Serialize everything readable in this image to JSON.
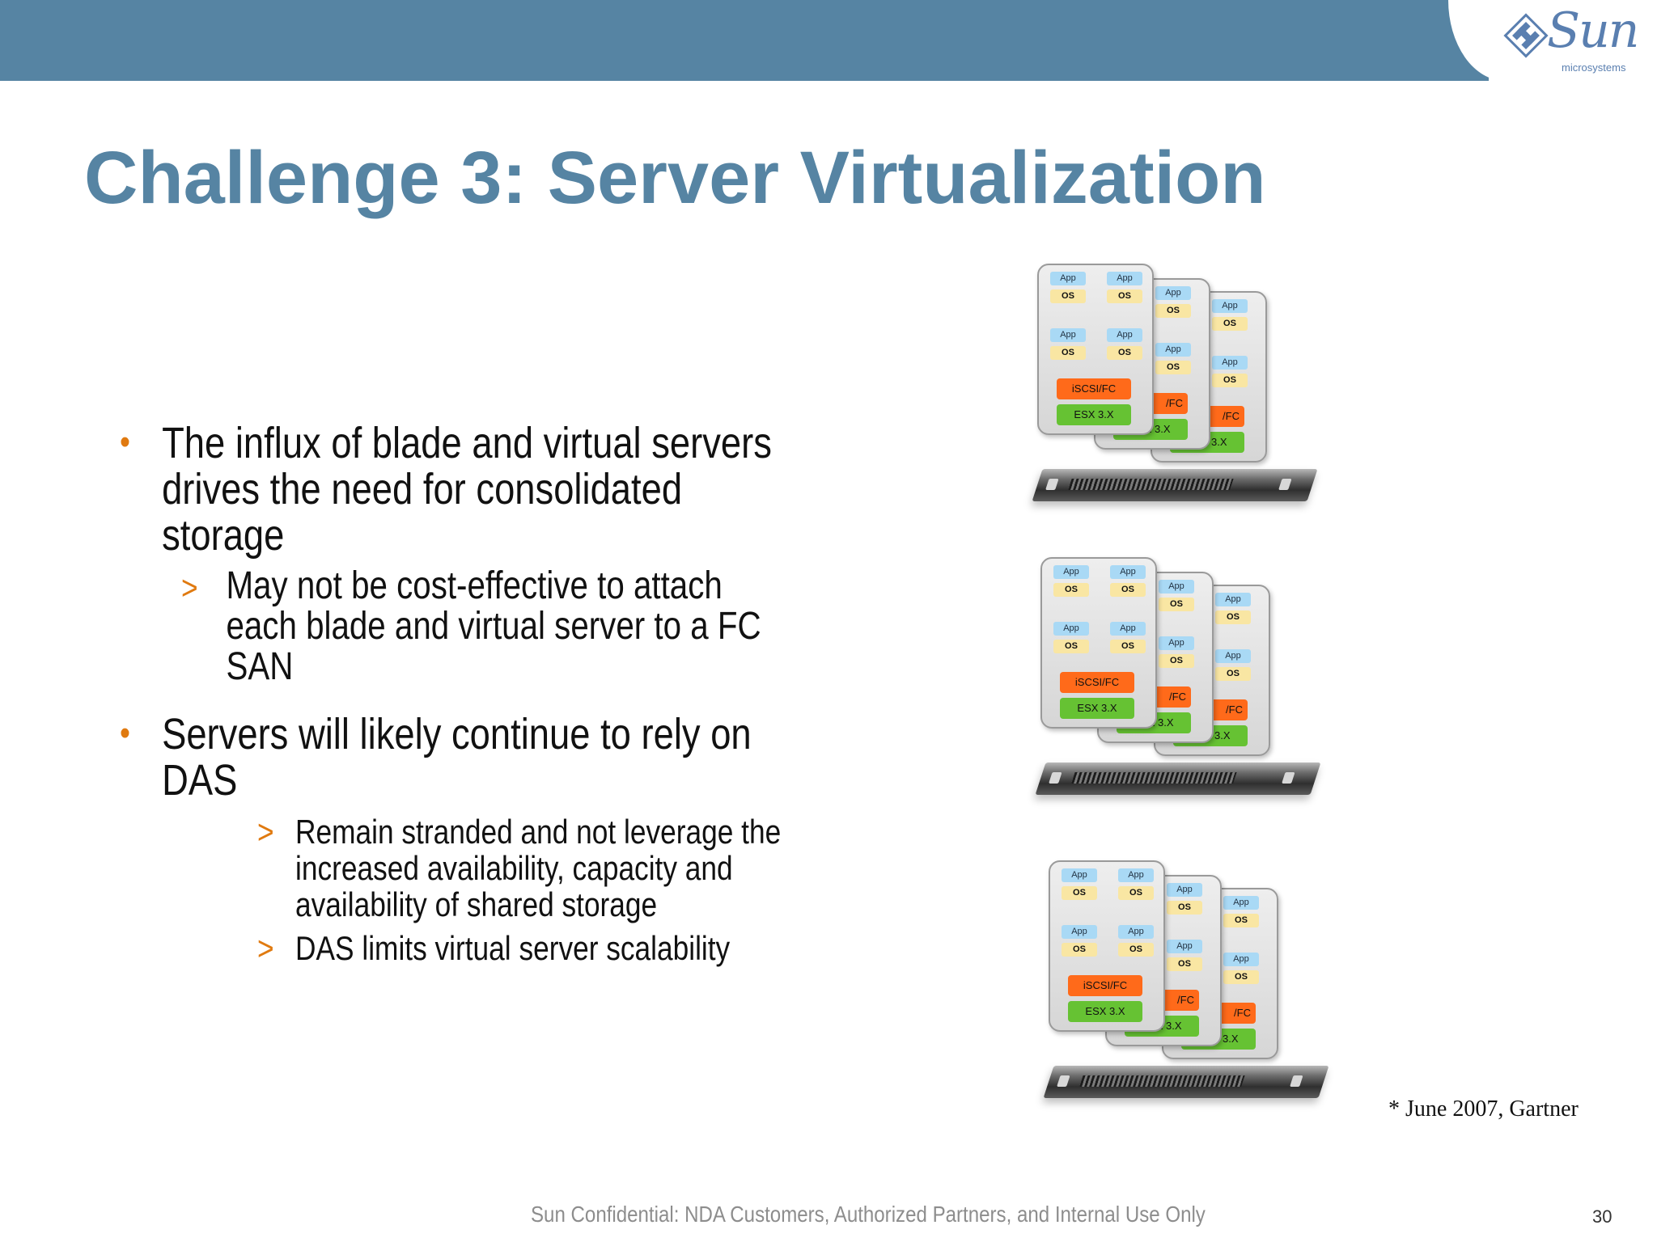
{
  "header": {
    "logo": {
      "wordmark": "Sun",
      "sub": "microsystems",
      "color": "#5a7fb0"
    },
    "bar_color": "#5684a3"
  },
  "slide": {
    "title": "Challenge 3: Server Virtualization",
    "bullets": [
      {
        "text": [
          "The influx of blade and virtual servers",
          "drives the need for consolidated",
          "storage"
        ],
        "subs": [
          {
            "text": [
              "May not be cost-effective to attach",
              "each blade and virtual server to a FC",
              "SAN"
            ]
          }
        ]
      },
      {
        "text": [
          "Servers will likely continue to rely on",
          "DAS"
        ],
        "subs": [
          {
            "text": [
              "Remain stranded and not leverage the",
              "increased availability, capacity and",
              "availability of shared storage"
            ]
          },
          {
            "text": [
              "DAS limits virtual server scalability"
            ]
          }
        ]
      }
    ],
    "bullet_marker": "•",
    "sub_marker": ">",
    "diagram": {
      "stacks": 3,
      "chip_app": "App",
      "chip_os": "OS",
      "iscsi_label": "iSCSI/FC",
      "esx_label": "ESX 3.X",
      "back_iscsi_label": "/FC",
      "back_esx_label": "ESX 3.X",
      "colors": {
        "app": "#a9d9f5",
        "os": "#f9e6a3",
        "iscsi": "#ff6a1a",
        "esx": "#66c233"
      }
    },
    "citation": "* June 2007, Gartner"
  },
  "footer": {
    "confidential": "Sun Confidential: NDA Customers, Authorized Partners, and Internal Use Only",
    "page": "30"
  }
}
